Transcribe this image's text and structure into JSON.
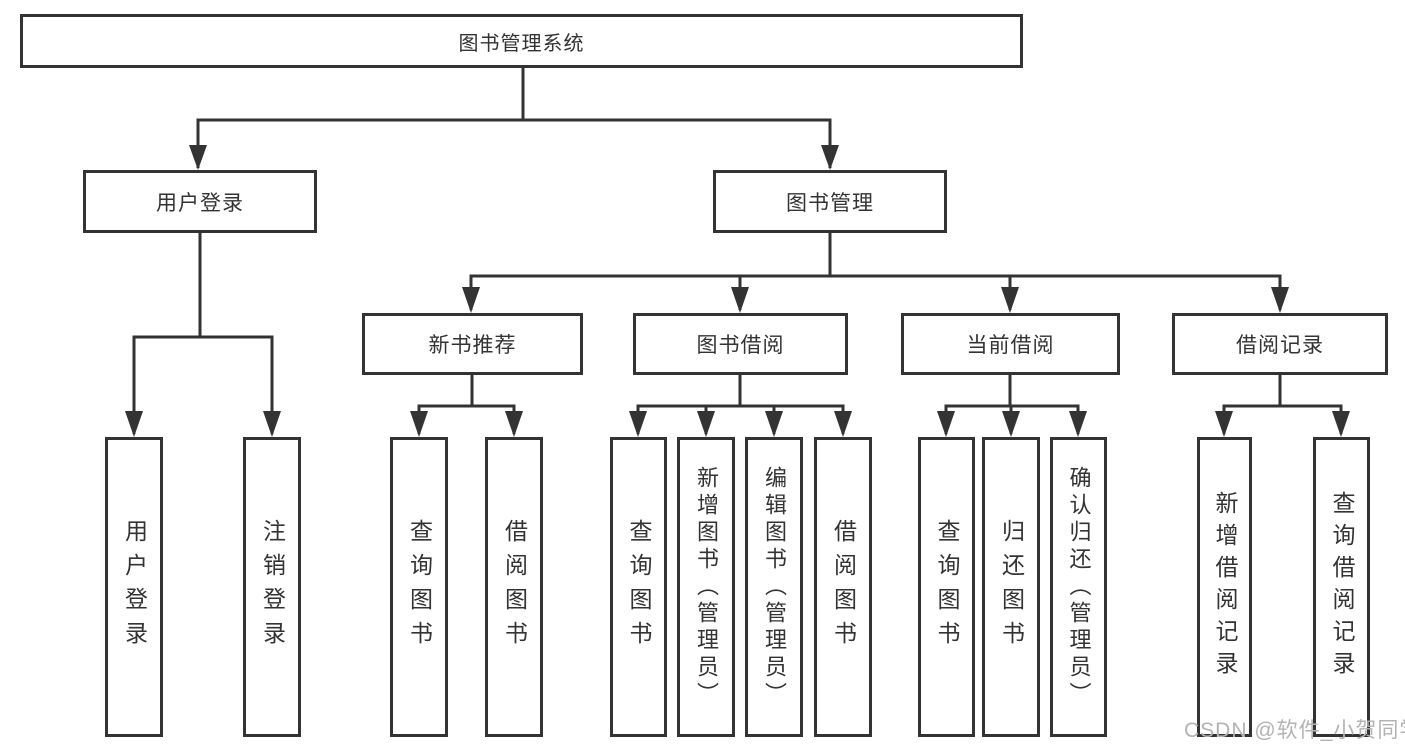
{
  "colors": {
    "background": "#ffffff",
    "line": "#333333",
    "box_border": "#333333",
    "text": "#333333",
    "watermark_color": "#b3b3b3"
  },
  "tree": {
    "root": {
      "label": "图书管理系统"
    },
    "branches": [
      {
        "label": "用户登录",
        "children": [
          "用户登录",
          "注销登录"
        ]
      },
      {
        "label": "图书管理",
        "children": [
          {
            "label": "新书推荐",
            "children": [
              "查询图书",
              "借阅图书"
            ]
          },
          {
            "label": "图书借阅",
            "children": [
              "查询图书",
              "新增图书（管理员）",
              "编辑图书（管理员）",
              "借阅图书"
            ]
          },
          {
            "label": "当前借阅",
            "children": [
              "查询图书",
              "归还图书",
              "确认归还（管理员）"
            ]
          },
          {
            "label": "借阅记录",
            "children": [
              "新增借阅记录",
              "查询借阅记录"
            ]
          }
        ]
      }
    ]
  },
  "watermark": {
    "text": "CSDN @软件_小贺同学"
  }
}
